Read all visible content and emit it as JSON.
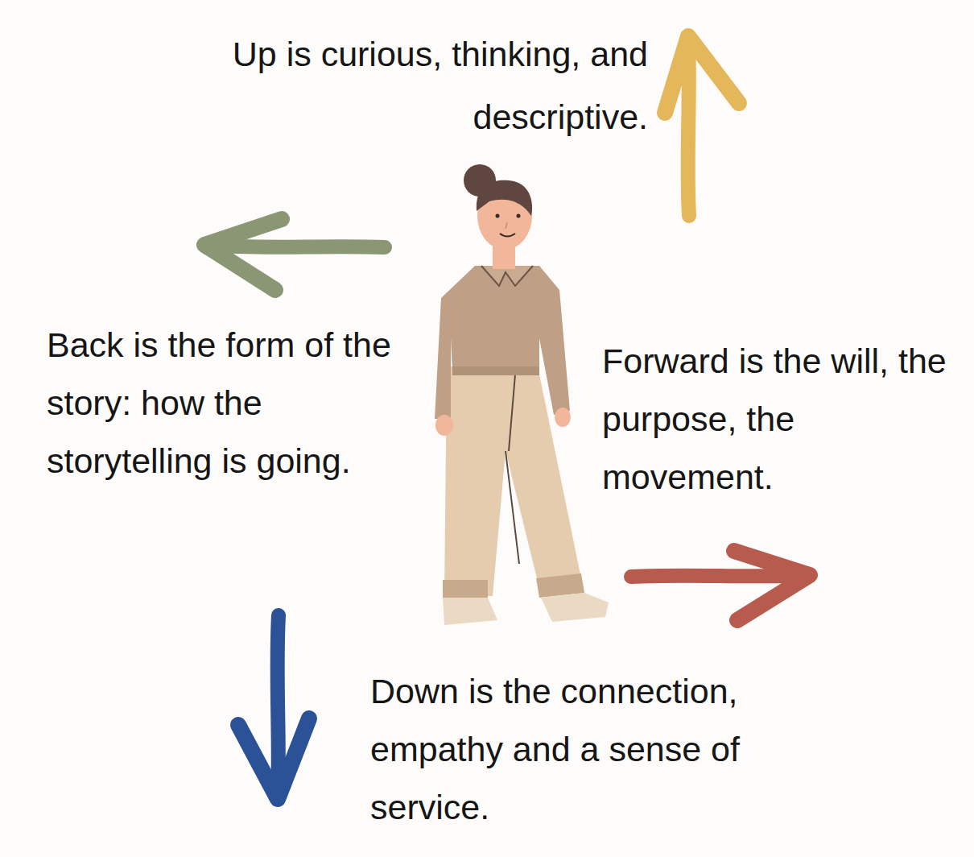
{
  "diagram": {
    "labels": [
      "Up is curious, thinking, and descriptive.",
      "Back is the form of the story: how the storytelling is going.",
      "Forward is the will, the purpose, the movement.",
      "Down is the connection, empathy and a sense of service."
    ]
  }
}
